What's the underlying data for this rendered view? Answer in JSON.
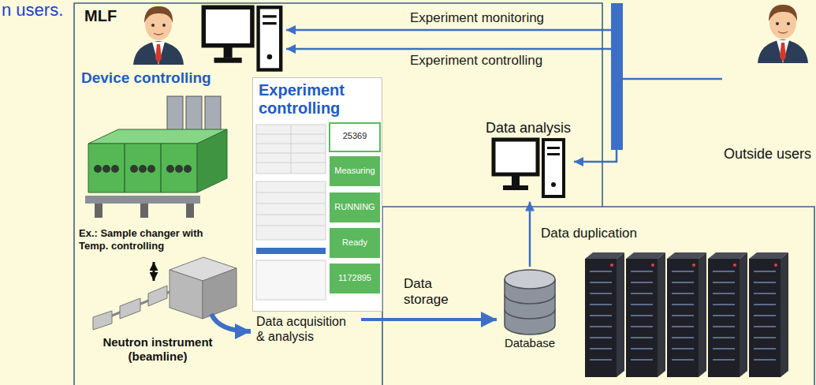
{
  "diagram": {
    "nodes": [
      {
        "text": [
          "MLF"
        ]
      },
      {
        "text": [
          "Experiment controlling"
        ],
        "in": 0
      },
      {
        "text": [
          "Data analysis"
        ],
        "in": 0
      },
      {
        "text": [
          "Outside users"
        ]
      },
      {
        "text": [
          "Database"
        ]
      }
    ],
    "edges": [
      {
        "from": 3,
        "to": 2,
        "arrow": "to"
      },
      {
        "from": 4,
        "to": 2,
        "label": "Data duplication",
        "arrow": "to"
      }
    ],
    "labels": [
      "n users.",
      "Experiment monitoring",
      "Experiment controlling",
      "Device controlling",
      "Ex.: Sample changer with Temp. controlling",
      "Neutron instrument (beamline)",
      "25369",
      "Measuring",
      "RUNNING",
      "Ready",
      "1172895",
      "Data acquisition & analysis",
      "Data storage"
    ]
  }
}
